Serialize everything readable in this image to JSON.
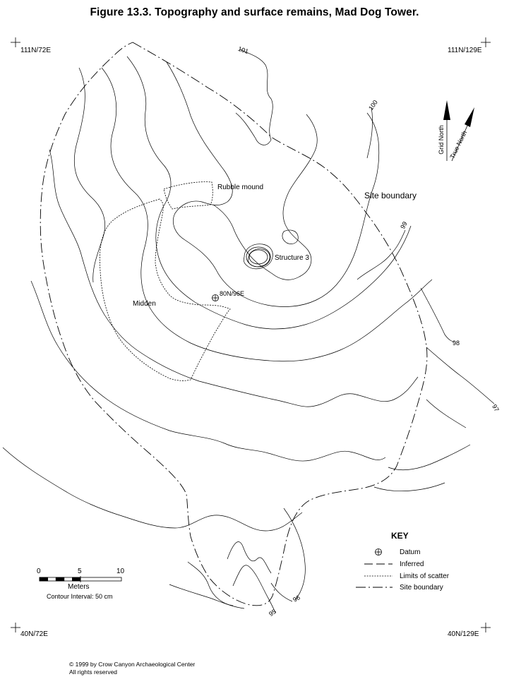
{
  "title": "Figure 13.3.  Topography and surface remains, Mad Dog Tower.",
  "corners": {
    "top_left": "111N/72E",
    "top_right": "111N/129E",
    "bottom_left": "40N/72E",
    "bottom_right": "40N/129E"
  },
  "features": {
    "rubble_mound": "Rubble mound",
    "structure": "Structure 3",
    "midden": "Midden",
    "datum": "80N/96E",
    "site_boundary": "Site boundary"
  },
  "contours": {
    "c101": "101",
    "c100": "100",
    "c99": "99",
    "c98": "98",
    "c97": "97",
    "c96": "96",
    "c95": "95"
  },
  "north": {
    "grid": "Grid North",
    "true": "True North"
  },
  "scale": {
    "ticks": [
      "0",
      "5",
      "10"
    ],
    "unit": "Meters",
    "interval": "Contour Interval: 50 cm"
  },
  "key": {
    "title": "KEY",
    "items": [
      "Datum",
      "Inferred",
      "Limits of scatter",
      "Site boundary"
    ]
  },
  "copyright": {
    "line1": "© 1999 by Crow Canyon Archaeological Center",
    "line2": "All rights reserved"
  }
}
